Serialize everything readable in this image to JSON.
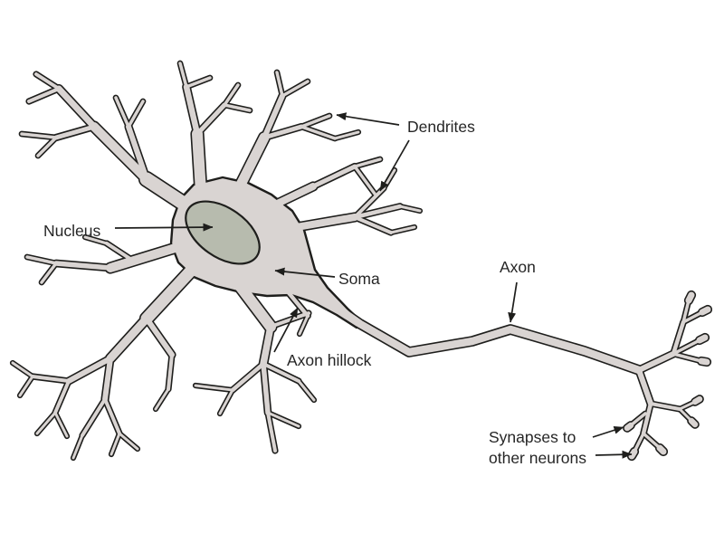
{
  "diagram": {
    "labels": {
      "dendrites": "Dendrites",
      "nucleus": "Nucleus",
      "soma": "Soma",
      "axon_hillock": "Axon hillock",
      "axon": "Axon",
      "synapses_line1": "Synapses to",
      "synapses_line2": "other neurons"
    },
    "colors": {
      "cell_fill": "#d9d4d2",
      "nucleus_fill": "#b7bbae",
      "outline": "#1e1e1c",
      "text": "#262626",
      "background": "#ffffff"
    }
  }
}
